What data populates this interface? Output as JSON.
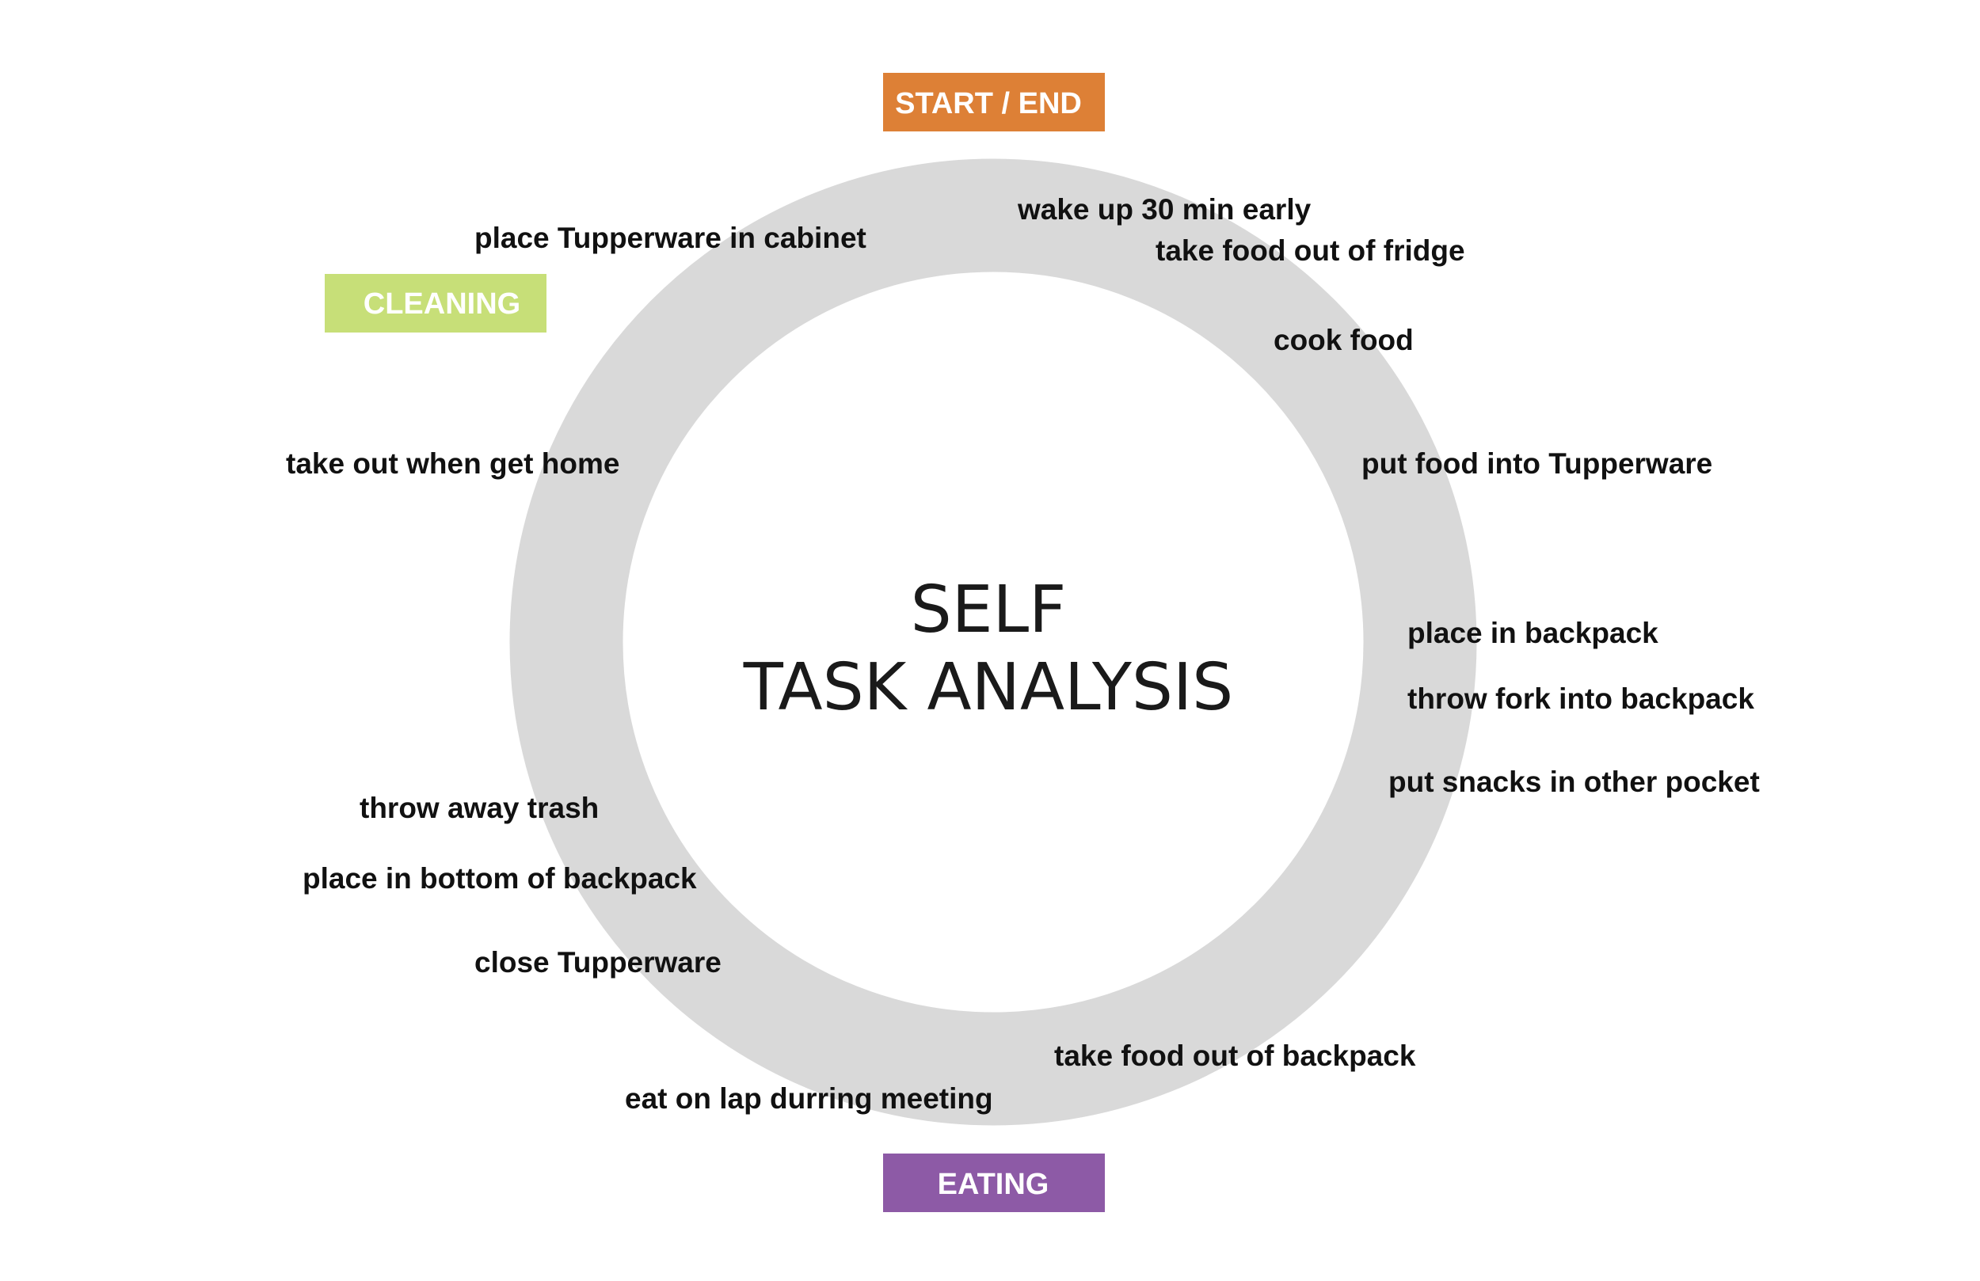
{
  "title": {
    "line1": "SELF",
    "line2": "TASK ANALYSIS"
  },
  "phases": {
    "start_end": {
      "label": "START / END",
      "color": "#dd8036"
    },
    "cleaning": {
      "label": "CLEANING",
      "color": "#c7df78"
    },
    "eating": {
      "label": "EATING",
      "color": "#8d5aa6"
    }
  },
  "ring_color": "#d9d9d9",
  "steps": [
    "wake up 30 min early",
    "take food out of fridge",
    "cook food",
    "put food into Tupperware",
    "place in backpack",
    "throw fork into backpack",
    "put snacks in other pocket",
    "take food out of backpack",
    "eat on lap durring meeting",
    "close Tupperware",
    "place in bottom of backpack",
    "throw away trash",
    "take out when get home",
    "place Tupperware in cabinet"
  ]
}
